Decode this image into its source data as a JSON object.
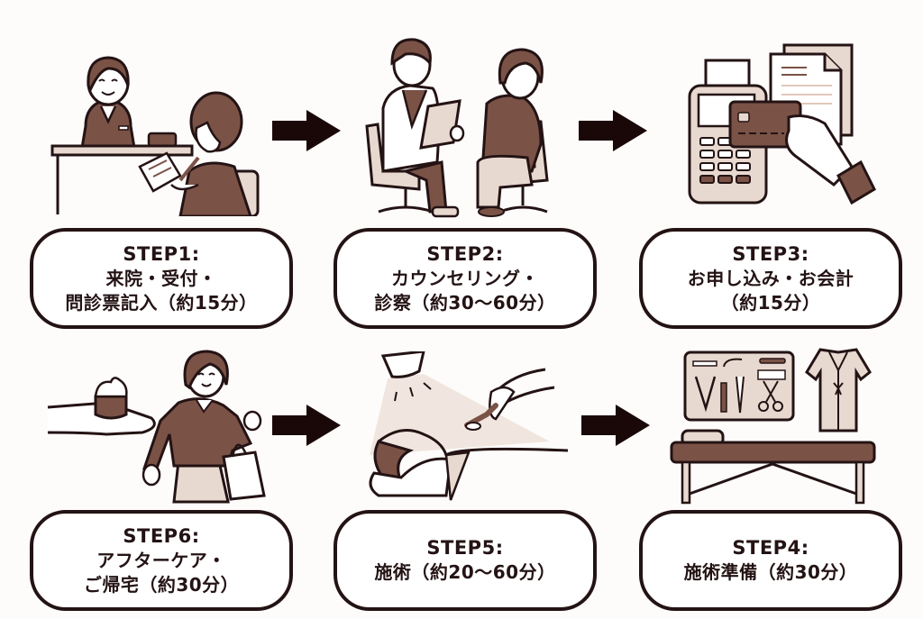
{
  "colors": {
    "ink": "#241314",
    "brown": "#7a5246",
    "light_fill": "#e8d9d0",
    "arrow": "#1a0809",
    "background": "#fdfcfb"
  },
  "steps": [
    {
      "step": "STEP1:",
      "lines": [
        "来院・受付・",
        "問診票記入（約15分）"
      ],
      "illustration": "reception-icon"
    },
    {
      "step": "STEP2:",
      "lines": [
        "カウンセリング・",
        "診察（約30〜60分）"
      ],
      "illustration": "counseling-icon"
    },
    {
      "step": "STEP3:",
      "lines": [
        "お申し込み・お会計",
        "（約15分）"
      ],
      "illustration": "payment-icon"
    },
    {
      "step": "STEP4:",
      "lines": [
        "施術準備（約30分）"
      ],
      "illustration": "treatment-prep-icon"
    },
    {
      "step": "STEP5:",
      "lines": [
        "施術（約20〜60分）"
      ],
      "illustration": "treatment-icon"
    },
    {
      "step": "STEP6:",
      "lines": [
        "アフターケア・",
        "ご帰宅（約30分）"
      ],
      "illustration": "aftercare-icon"
    }
  ],
  "arrows": [
    {
      "from": "STEP1",
      "to": "STEP2",
      "direction": "right"
    },
    {
      "from": "STEP2",
      "to": "STEP3",
      "direction": "right"
    },
    {
      "from": "STEP6",
      "to": "STEP5",
      "direction": "right"
    },
    {
      "from": "STEP5",
      "to": "STEP4",
      "direction": "right"
    }
  ]
}
